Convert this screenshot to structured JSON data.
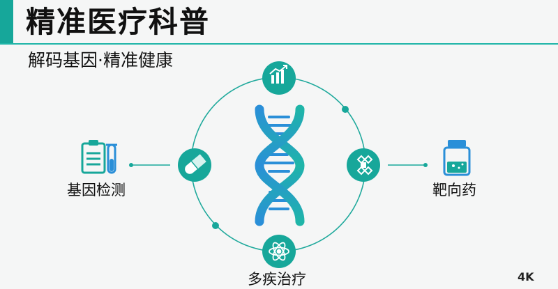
{
  "header": {
    "title": "精准医疗科普",
    "subtitle": "解码基因·精准健康"
  },
  "nodes": {
    "left_label": "基因检测",
    "right_label": "靶向药",
    "bottom_label": "多疾治疗"
  },
  "watermark": "4K",
  "icons": {
    "top": "growth-chart-icon",
    "left": "capsule-icon",
    "right": "molecule-grid-icon",
    "bottom": "atom-icon",
    "center": "dna-helix-icon",
    "far_left": "clipboard-test-tube-icon",
    "far_right": "medicine-bottle-icon"
  },
  "colors": {
    "teal": "#17a79a",
    "blue": "#2a8fd8",
    "dark": "#111111",
    "background": "#f5f6f6"
  }
}
